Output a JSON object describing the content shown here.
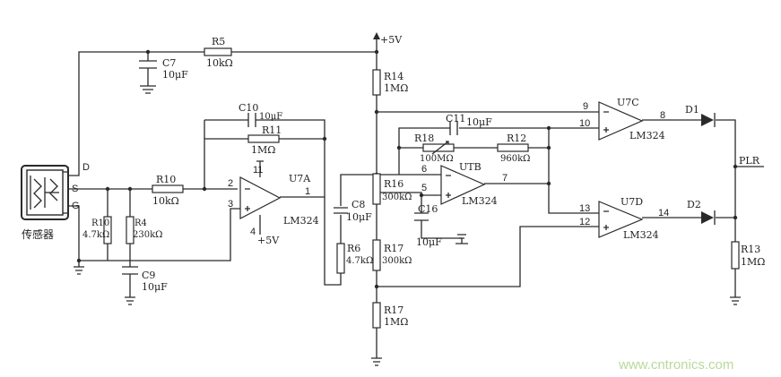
{
  "labels": {
    "r5": "R5",
    "r5v": "10kΩ",
    "c7": "C7",
    "c7v": "10μF",
    "vcc": "+5V",
    "r14": "R14",
    "r14v": "1MΩ",
    "c10": "C10",
    "c10v": "10μF",
    "r11": "R11",
    "r11v": "1MΩ",
    "u7a": "U7A",
    "u7a_type": "LM324",
    "u7a_vcc": "+5V",
    "r10": "R10",
    "r10v": "10kΩ",
    "r1": "R10",
    "r1v": "4.7kΩ",
    "r4": "R4",
    "r4v": "230kΩ",
    "c9": "C9",
    "c9v": "10μF",
    "c8": "C8",
    "c8v": "10μF",
    "r6": "R6",
    "r6v": "4.7kΩ",
    "c11": "C11",
    "c11v": "10μF",
    "r18": "R18",
    "r18v": "100MΩ",
    "r12": "R12",
    "r12v": "960kΩ",
    "r16": "R16",
    "r16v": "300kΩ",
    "u7b": "UTB",
    "u7b_type": "LM324",
    "c16": "C16",
    "c16v": "10μF",
    "r17a": "R17",
    "r17av": "300kΩ",
    "r17b": "R17",
    "r17bv": "1MΩ",
    "u7c": "U7C",
    "u7c_type": "LM324",
    "u7d": "U7D",
    "u7d_type": "LM324",
    "d1": "D1",
    "d2": "D2",
    "plr": "PLR",
    "r13": "R13",
    "r13v": "1MΩ",
    "sensor": "传感器",
    "pin_d": "D",
    "pin_s": "S",
    "pin_g": "G",
    "watermark": "www.cntronics.com"
  },
  "pins": {
    "p2": "2",
    "p3": "3",
    "p1": "1",
    "p4": "4",
    "p11": "11",
    "p6": "6",
    "p5": "5",
    "p7": "7",
    "p9": "9",
    "p10": "10",
    "p8": "8",
    "p13": "13",
    "p12": "12",
    "p14": "14"
  }
}
